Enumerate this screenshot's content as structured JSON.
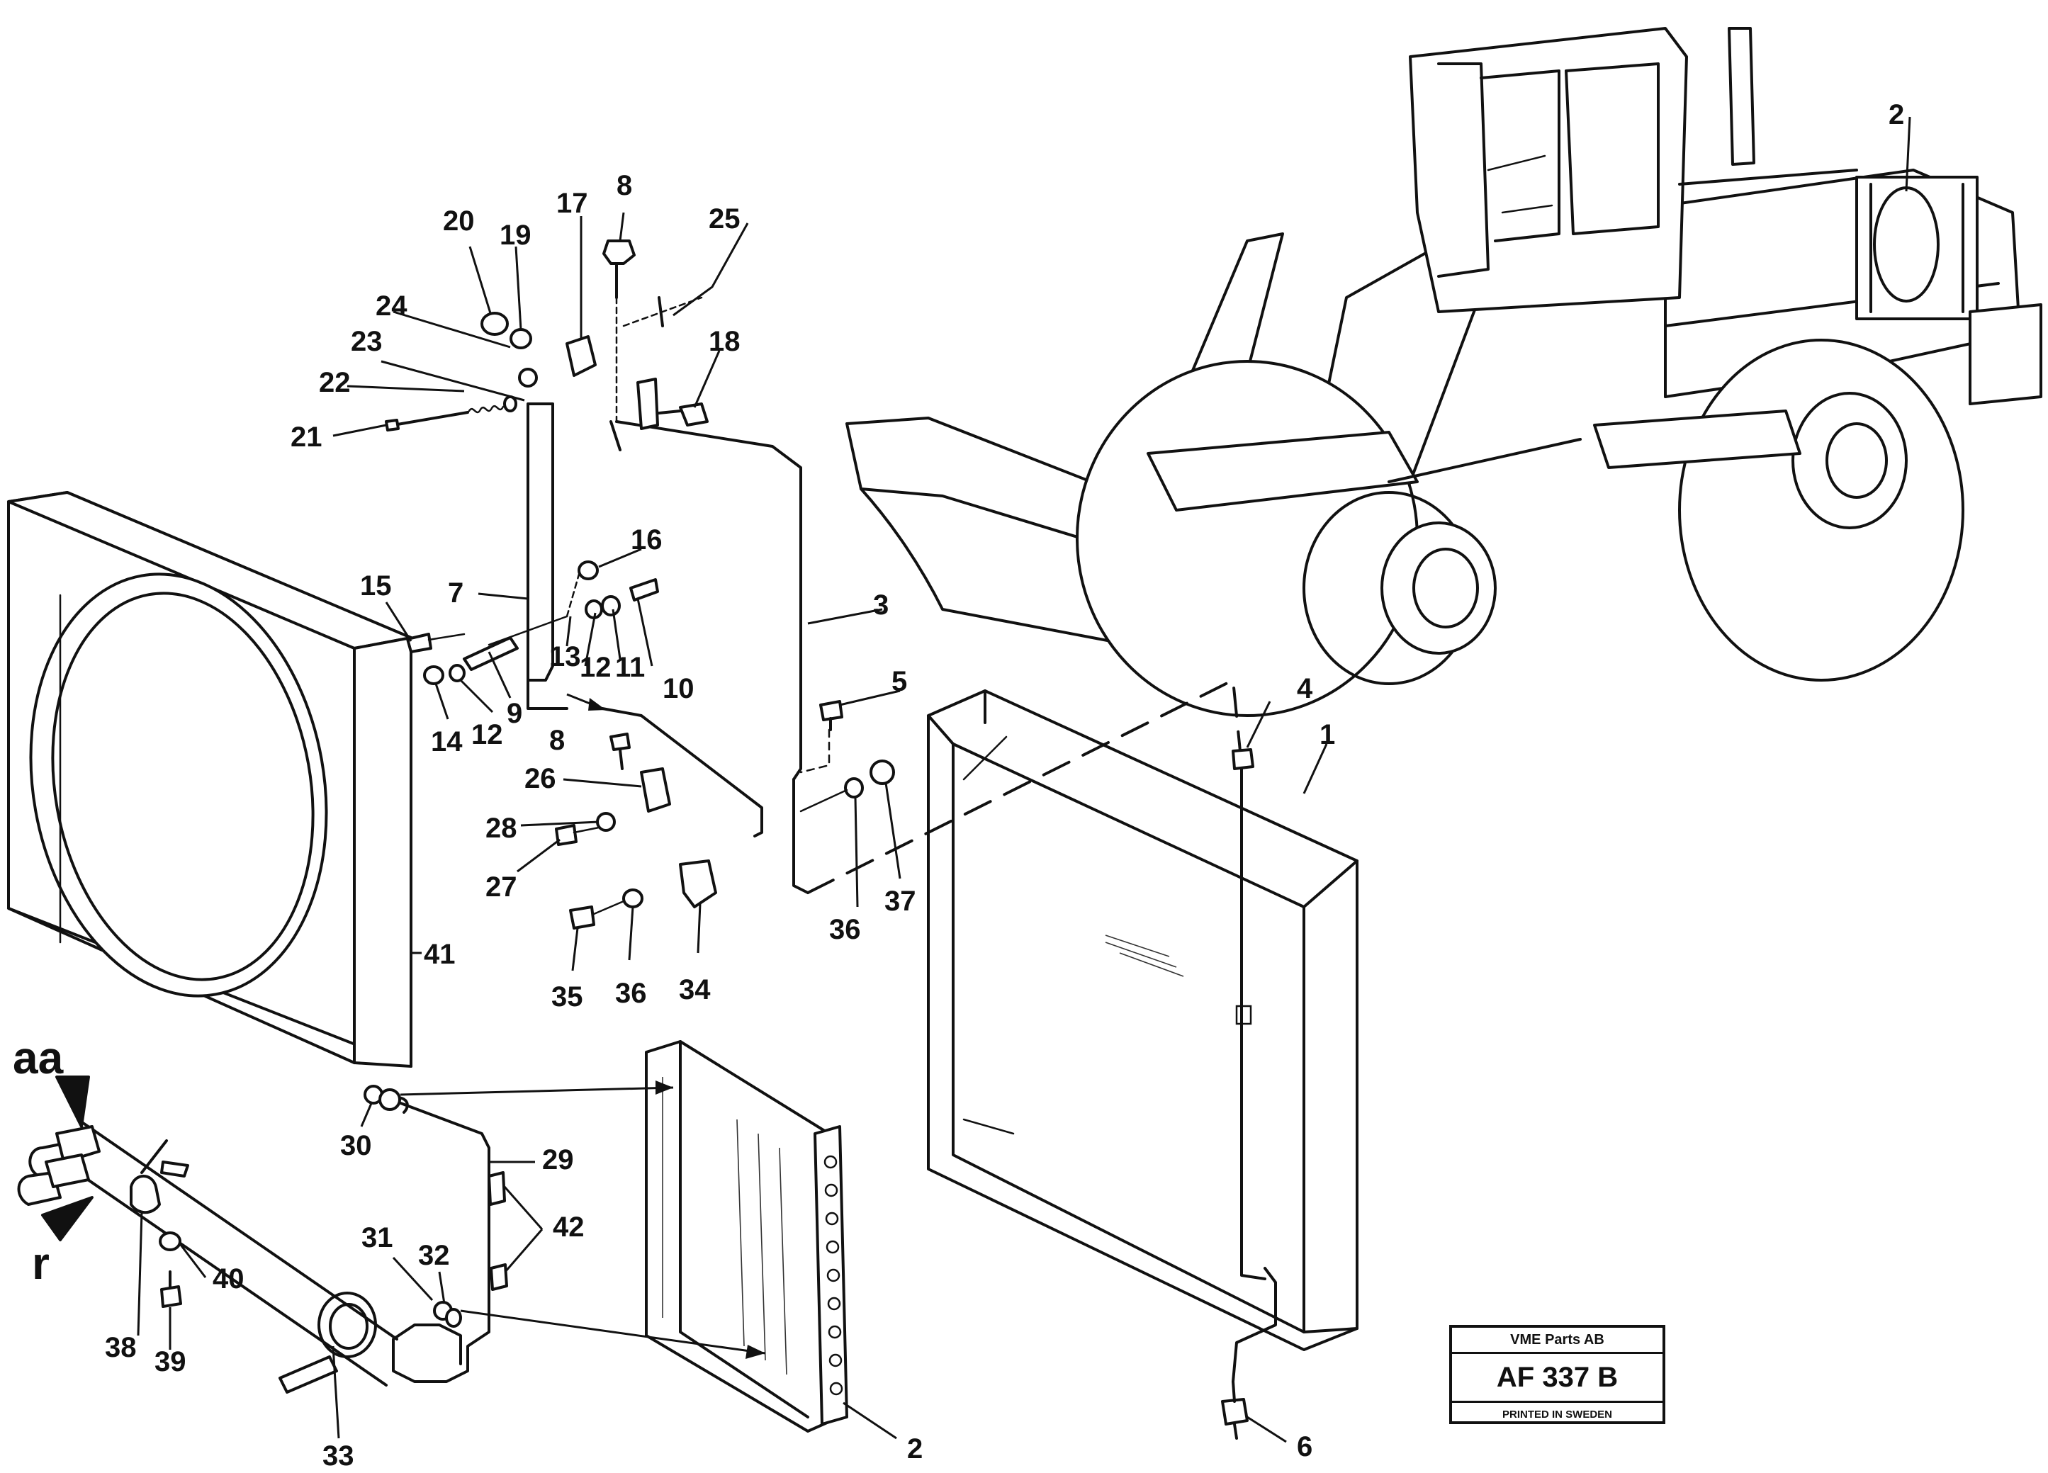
{
  "callouts": {
    "c1": "1",
    "c2_top": "2",
    "c2_bottom": "2",
    "c3": "3",
    "c4": "4",
    "c5": "5",
    "c6": "6",
    "c7": "7",
    "c8_top": "8",
    "c8_mid": "8",
    "c9": "9",
    "c10": "10",
    "c11": "11",
    "c12_a": "12",
    "c12_b": "12",
    "c13": "13",
    "c14": "14",
    "c15": "15",
    "c16": "16",
    "c17": "17",
    "c18": "18",
    "c19": "19",
    "c20": "20",
    "c21": "21",
    "c22": "22",
    "c23": "23",
    "c24": "24",
    "c25": "25",
    "c26": "26",
    "c27": "27",
    "c28": "28",
    "c29": "29",
    "c30": "30",
    "c31": "31",
    "c32": "32",
    "c33": "33",
    "c34": "34",
    "c35": "35",
    "c36_a": "36",
    "c36_b": "36",
    "c37": "37",
    "c38": "38",
    "c39": "39",
    "c40": "40",
    "c41": "41",
    "c42": "42"
  },
  "view_markers": {
    "aa": "aa",
    "r": "r"
  },
  "title_block": {
    "company": "VME Parts AB",
    "code": "AF 337 B",
    "printed": "PRINTED IN SWEDEN"
  }
}
